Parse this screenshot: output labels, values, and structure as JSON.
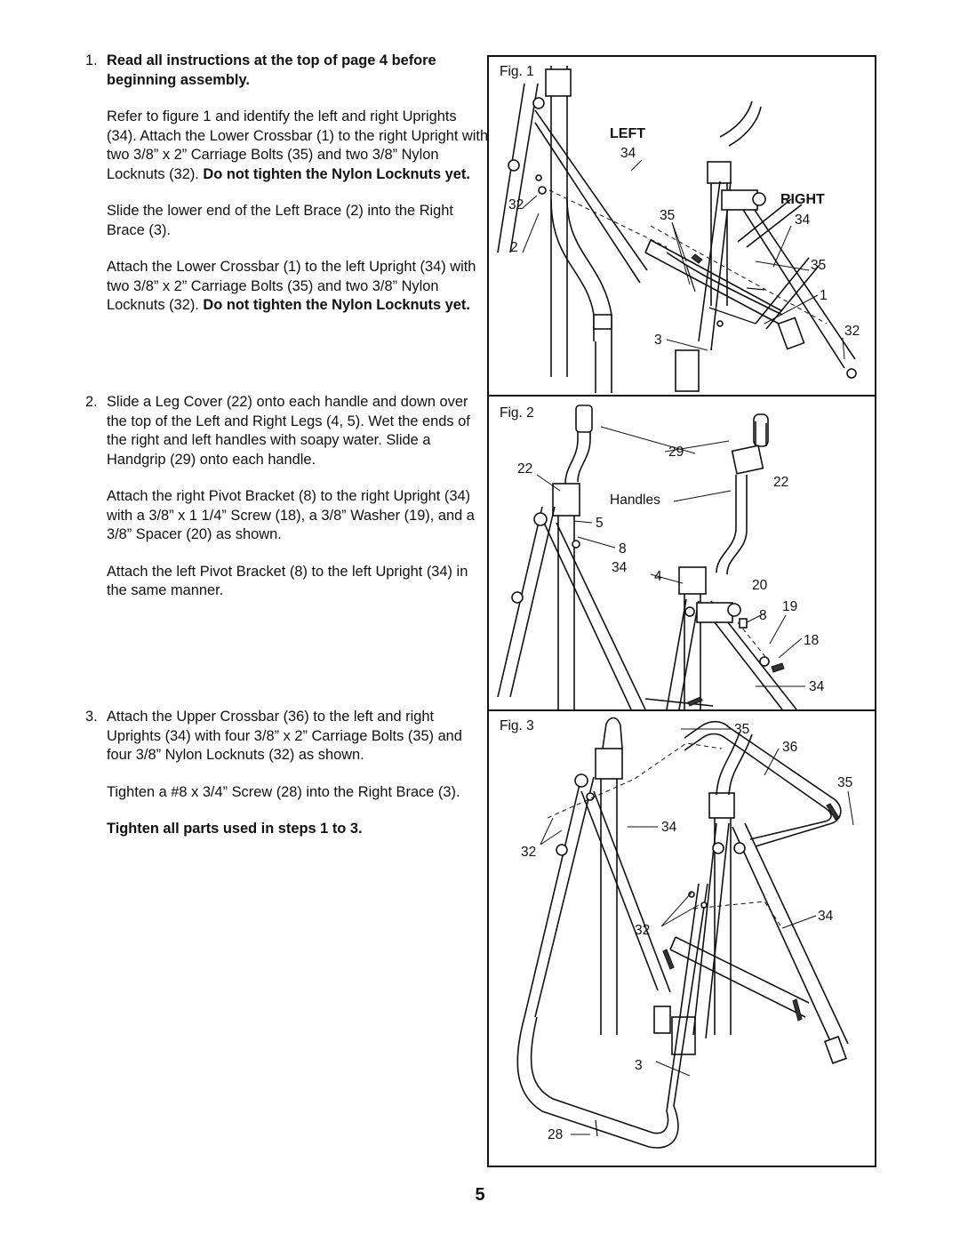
{
  "page": {
    "number": "5"
  },
  "steps": [
    {
      "num": "1.",
      "heading": "Read all instructions at the top of page 4 before beginning assembly.",
      "p1_text": "Refer to figure 1 and identify the left and right Uprights (34). Attach the Lower Crossbar (1) to the right Upright with two 3/8” x 2” Carriage Bolts (35) and two 3/8” Nylon Locknuts (32).",
      "p1_bold": "Do not tighten the Nylon Locknuts yet.",
      "p2": "Slide the lower end of the Left Brace (2) into the Right Brace (3).",
      "p3_text": "Attach the Lower Crossbar (1) to the left Upright (34) with two 3/8” x 2” Carriage Bolts (35) and two 3/8” Nylon Locknuts (32).",
      "p3_bold": "Do not tighten the Nylon Locknuts yet."
    },
    {
      "num": "2.",
      "p1": "Slide a Leg Cover (22) onto each handle and down over the top of the Left and Right Legs (4, 5). Wet the ends of the right and left handles with soapy water. Slide a Handgrip (29) onto each handle.",
      "p2": "Attach the right Pivot Bracket (8) to the right Upright (34) with a 3/8” x 1 1/4” Screw (18), a 3/8” Washer (19), and a 3/8” Spacer (20) as shown.",
      "p3": "Attach the left Pivot Bracket (8) to the left Upright (34) in the same manner."
    },
    {
      "num": "3.",
      "p1": "Attach the Upper Crossbar (36) to the left and right Uprights (34) with four 3/8” x 2” Carriage Bolts (35) and four 3/8” Nylon Locknuts (32) as shown.",
      "p2": "Tighten a #8 x 3/4” Screw (28) into the Right Brace (3).",
      "p3_bold": "Tighten all parts used in steps 1 to 3."
    }
  ],
  "figures": [
    {
      "label": "Fig. 1",
      "callouts": {
        "left": "LEFT",
        "right": "RIGHT",
        "c34a": "34",
        "c32a": "32",
        "c35a": "35",
        "c34b": "34",
        "c2": "2",
        "c35b": "35",
        "c1": "1",
        "c3": "3",
        "c32b": "32"
      }
    },
    {
      "label": "Fig. 2",
      "callouts": {
        "c29": "29",
        "c22a": "22",
        "c22b": "22",
        "handles": "Handles",
        "c5": "5",
        "c8a": "8",
        "c34a": "34",
        "c4": "4",
        "c20": "20",
        "c8b": "8",
        "c19": "19",
        "c18": "18",
        "c34b": "34"
      }
    },
    {
      "label": "Fig. 3",
      "callouts": {
        "c35a": "35",
        "c36": "36",
        "c35b": "35",
        "c34a": "34",
        "c32a": "32",
        "c34b": "34",
        "c32b": "32",
        "c3": "3",
        "c28": "28"
      }
    }
  ]
}
